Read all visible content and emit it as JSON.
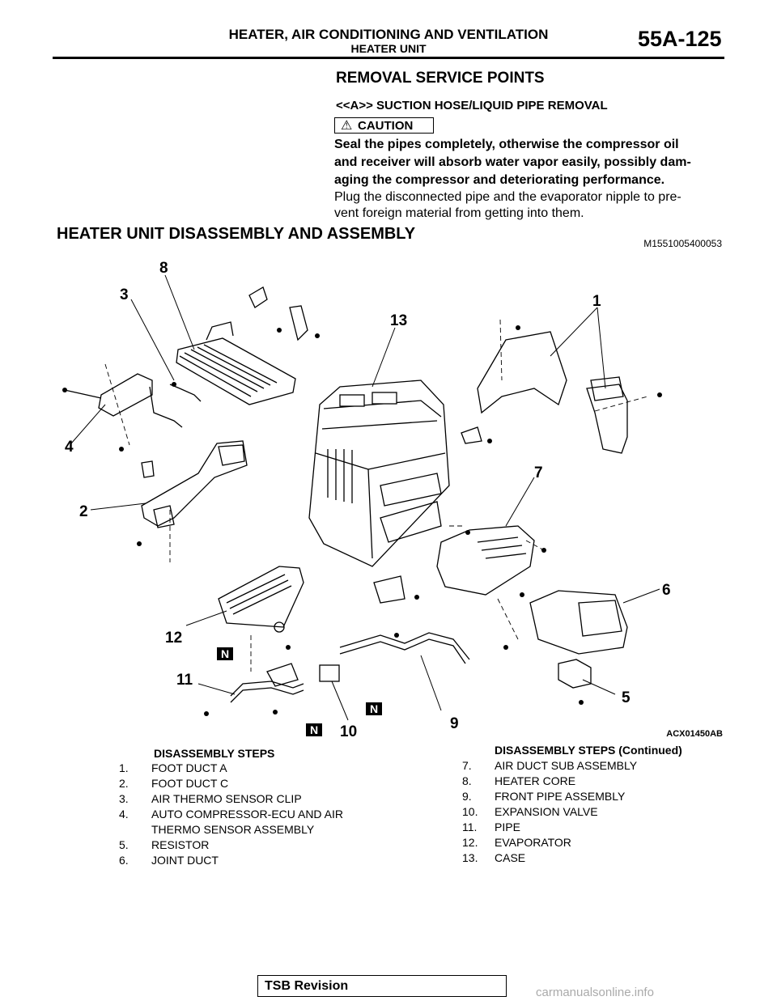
{
  "header": {
    "title": "HEATER, AIR CONDITIONING AND VENTILATION",
    "subtitle": "HEATER UNIT",
    "page_number": "55A-125"
  },
  "removal": {
    "title": "REMOVAL SERVICE POINTS",
    "subtitle": "<<A>> SUCTION HOSE/LIQUID PIPE REMOVAL",
    "caution_label": "CAUTION",
    "caution_lines": [
      "Seal the pipes completely, otherwise the compressor oil",
      "and receiver will absorb water vapor easily, possibly dam-",
      "aging the compressor and deteriorating performance."
    ],
    "note_lines": [
      "Plug the disconnected pipe and the evaporator nipple to pre-",
      "vent foreign material from getting into them."
    ]
  },
  "assembly": {
    "title": "HEATER UNIT DISASSEMBLY AND ASSEMBLY",
    "doc_id": "M1551005400053"
  },
  "diagram": {
    "figure_code": "ACX01450AB",
    "callouts": [
      "1",
      "2",
      "3",
      "4",
      "5",
      "6",
      "7",
      "8",
      "9",
      "10",
      "11",
      "12",
      "13"
    ],
    "n_marker": "N"
  },
  "steps_left": {
    "title": "DISASSEMBLY STEPS",
    "items": [
      {
        "num": "1.",
        "text": "FOOT DUCT A"
      },
      {
        "num": "2.",
        "text": "FOOT DUCT C"
      },
      {
        "num": "3.",
        "text": "AIR THERMO SENSOR CLIP"
      },
      {
        "num": "4.",
        "text": "AUTO COMPRESSOR-ECU AND AIR",
        "text2": "THERMO SENSOR ASSEMBLY"
      },
      {
        "num": "5.",
        "text": "RESISTOR"
      },
      {
        "num": "6.",
        "text": "JOINT DUCT"
      }
    ]
  },
  "steps_right": {
    "title": "DISASSEMBLY STEPS (Continued)",
    "items": [
      {
        "num": "7.",
        "text": "AIR DUCT SUB ASSEMBLY"
      },
      {
        "num": "8.",
        "text": "HEATER CORE"
      },
      {
        "num": "9.",
        "text": "FRONT PIPE ASSEMBLY"
      },
      {
        "num": "10.",
        "text": "EXPANSION VALVE"
      },
      {
        "num": "11.",
        "text": "PIPE"
      },
      {
        "num": "12.",
        "text": "EVAPORATOR"
      },
      {
        "num": "13.",
        "text": "CASE"
      }
    ]
  },
  "footer": {
    "tsb_label": "TSB Revision",
    "watermark": "carmanualsonline.info"
  }
}
